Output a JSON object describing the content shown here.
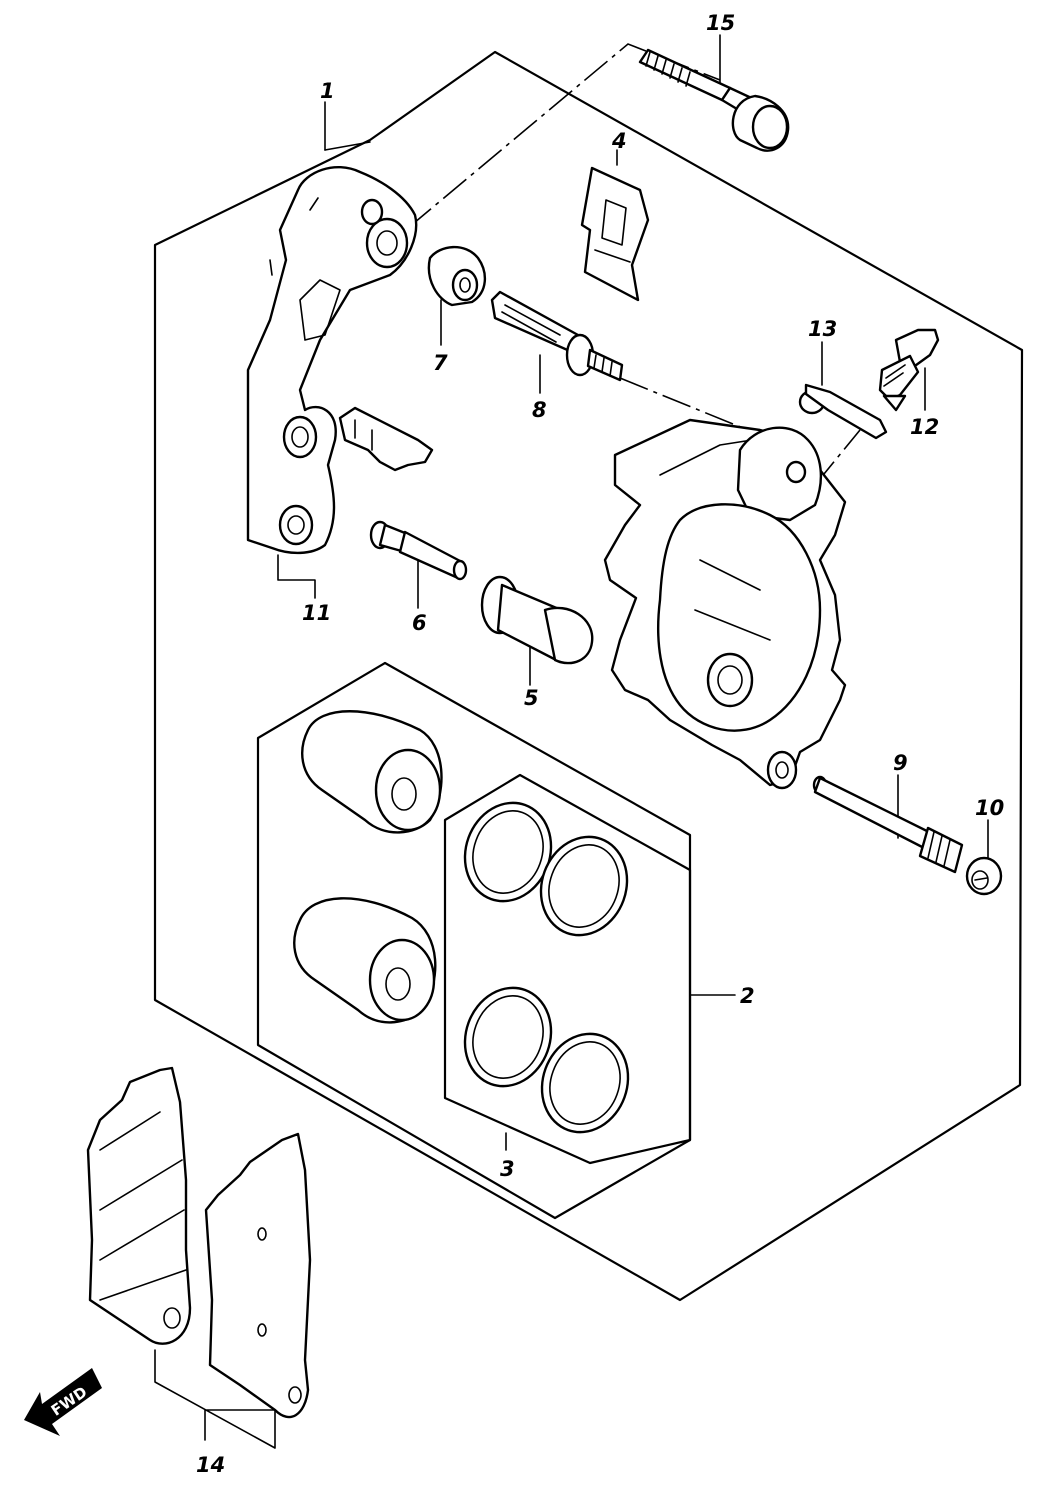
{
  "callouts": [
    {
      "id": "p1",
      "label": "1"
    },
    {
      "id": "p2",
      "label": "2"
    },
    {
      "id": "p3",
      "label": "3"
    },
    {
      "id": "p4",
      "label": "4"
    },
    {
      "id": "p5",
      "label": "5"
    },
    {
      "id": "p6",
      "label": "6"
    },
    {
      "id": "p7",
      "label": "7"
    },
    {
      "id": "p8",
      "label": "8"
    },
    {
      "id": "p9",
      "label": "9"
    },
    {
      "id": "p10",
      "label": "10"
    },
    {
      "id": "p11",
      "label": "11"
    },
    {
      "id": "p12",
      "label": "12"
    },
    {
      "id": "p13",
      "label": "13"
    },
    {
      "id": "p14",
      "label": "14"
    },
    {
      "id": "p15",
      "label": "15"
    }
  ],
  "direction_marker": {
    "label": "FWD",
    "icon": "fwd-arrow-icon"
  }
}
